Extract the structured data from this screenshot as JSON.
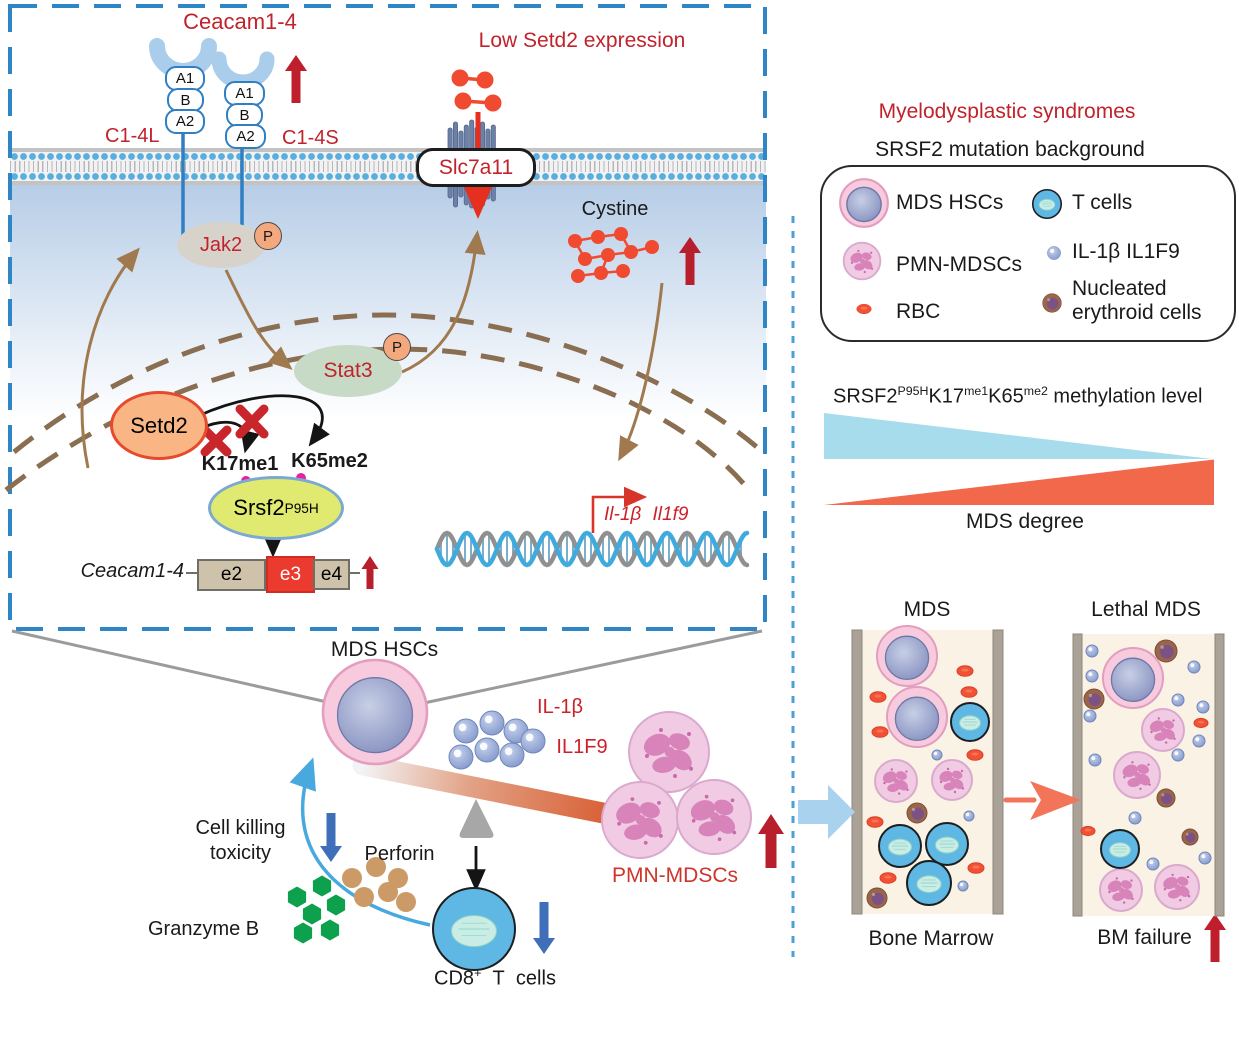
{
  "pathway": {
    "title": "Ceacam1-4",
    "domains": [
      "A1",
      "B",
      "A2"
    ],
    "isoform_long": "C1-4L",
    "isoform_short": "C1-4S",
    "low_setd2": "Low Setd2 expression",
    "transporter": "Slc7a11",
    "cystine": "Cystine",
    "jak2": "Jak2",
    "stat3": "Stat3",
    "phospho": "P",
    "setd2": "Setd2",
    "k17me1": "K17me1",
    "k65me2": "K65me2",
    "srsf2": "Srsf2",
    "srsf2_sup": "P95H",
    "gene_italic": "Ceacam1-4",
    "exons": [
      "e2",
      "e3",
      "e4"
    ],
    "promoter_genes": "Il-1β Il1f9"
  },
  "bottom": {
    "mds_hscs": "MDS HSCs",
    "il1b": "IL-1β",
    "il1f9": "IL1F9",
    "pmn_mdscs": "PMN-MDSCs",
    "cell_killing_1": "Cell killing",
    "cell_killing_2": "toxicity",
    "perforin": "Perforin",
    "granzyme_b": "Granzyme B",
    "cd8": "CD8",
    "cd8_sup": "+",
    "cd8_rest": "T cells"
  },
  "right_panel": {
    "title": "Myelodysplastic syndromes",
    "subtitle": "SRSF2 mutation background",
    "legend": [
      {
        "icon": "mds-hsc",
        "label": "MDS HSCs"
      },
      {
        "icon": "t-cell",
        "label": "T cells"
      },
      {
        "icon": "pmn-mdsc",
        "label": "PMN-MDSCs"
      },
      {
        "icon": "il1b-dot",
        "label": "IL-1β IL1F9"
      },
      {
        "icon": "rbc",
        "label": "RBC"
      },
      {
        "icon": "nucleated-erythroid",
        "label": "Nucleated erythroid cells"
      }
    ],
    "methylation": {
      "p1": "SRSF2",
      "p1_sup": "P95H",
      "p2": "K17",
      "p2_sup": "me1",
      "p3": "K65",
      "p3_sup": "me2",
      "suffix": " methylation level"
    },
    "mds_degree": "MDS degree",
    "columns": {
      "left_title": "MDS",
      "right_title": "Lethal MDS",
      "left_caption": "Bone Marrow",
      "right_caption": "BM failure"
    }
  },
  "colors": {
    "accent_red": "#c0232b",
    "pathway_blue": "#2f7fc2",
    "brown_arrow": "#a07a4e",
    "triangle_blue": "#a6dcec",
    "triangle_orange": "#f1684a"
  }
}
